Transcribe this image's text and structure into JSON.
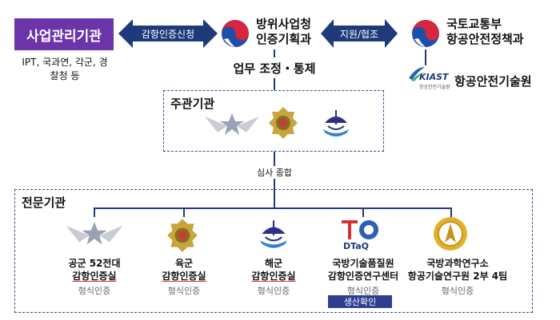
{
  "top": {
    "org_box_label": "사업관리기관",
    "org_note": [
      "IPT, 국과연, 각군, 경",
      "찰청 등"
    ],
    "arrow_left_label": "감항인증신청",
    "center_title_lines": [
      "방위사업청",
      "인증기획과"
    ],
    "arrow_right_label": "지원/협조",
    "ministry_lines": [
      "국토교통부",
      "항공안전정책과"
    ],
    "kiast_logo_text": "KIAST",
    "kiast_logo_sub": "항공안전기술원",
    "kiast_name": "항공안전기술원",
    "coord_label": "업무 조정・통제"
  },
  "supervising": {
    "title": "주관기관",
    "emblems": [
      "air-force-emblem",
      "army-emblem",
      "navy-emblem"
    ]
  },
  "link_label": "심사 종합",
  "specialist": {
    "title": "전문기관",
    "units": [
      {
        "lines": [
          "공군 52전대",
          "감항인증실"
        ],
        "type": "형식인증",
        "icon": "air-force-emblem"
      },
      {
        "lines": [
          "육군",
          "감항인증실"
        ],
        "type": "형식인증",
        "icon": "army-emblem"
      },
      {
        "lines": [
          "해군",
          "감항인증실"
        ],
        "type": "형식인증",
        "icon": "navy-emblem"
      },
      {
        "lines": [
          "국방기술품질원",
          "감항인증연구센터"
        ],
        "type": "형식인증",
        "icon": "dtaq-logo",
        "logo_text": "DTaQ",
        "badge": "생산확인"
      },
      {
        "lines": [
          "국방과학연구소",
          "항공기술연구원 2부 4팀"
        ],
        "type": "형식인증",
        "icon": "add-emblem"
      }
    ]
  },
  "colors": {
    "org_box": "#6b35a9",
    "arrow": "#1f3a7a",
    "dashed_border": "#3b4a86",
    "badge": "#2d3e8f",
    "underline": "#d53030"
  }
}
